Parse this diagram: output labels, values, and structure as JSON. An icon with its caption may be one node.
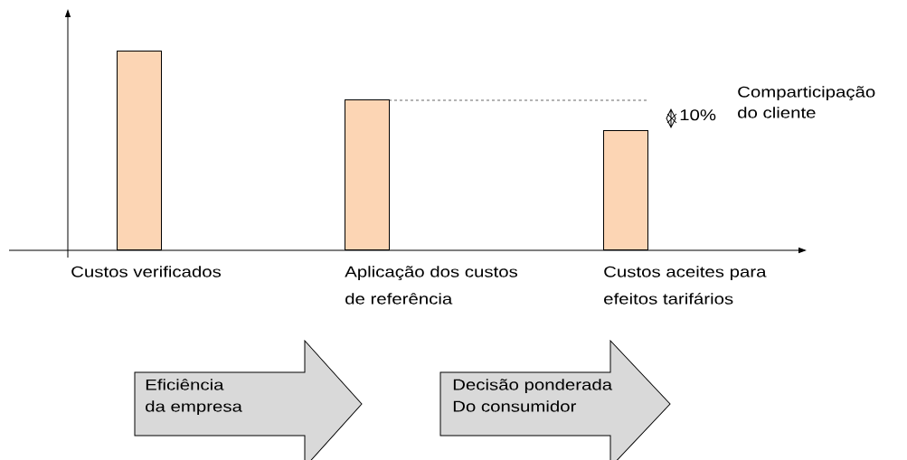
{
  "diagram": {
    "nodes": [
      {
        "text": [],
        "shape": "bar",
        "beside": [
          "Custos verificados"
        ]
      },
      {
        "text": [],
        "shape": "bar",
        "beside": [
          "Aplicação dos custos de referência"
        ]
      },
      {
        "text": [],
        "shape": "bar",
        "beside": [
          "Custos aceites para efeitos tarifários"
        ]
      },
      {
        "text": [
          "Eficiência da empresa"
        ]
      },
      {
        "text": [
          "Decisão ponderada Do consumidor"
        ]
      }
    ],
    "edges": [],
    "labels": [
      "10%",
      "Comparticipação do cliente"
    ]
  }
}
